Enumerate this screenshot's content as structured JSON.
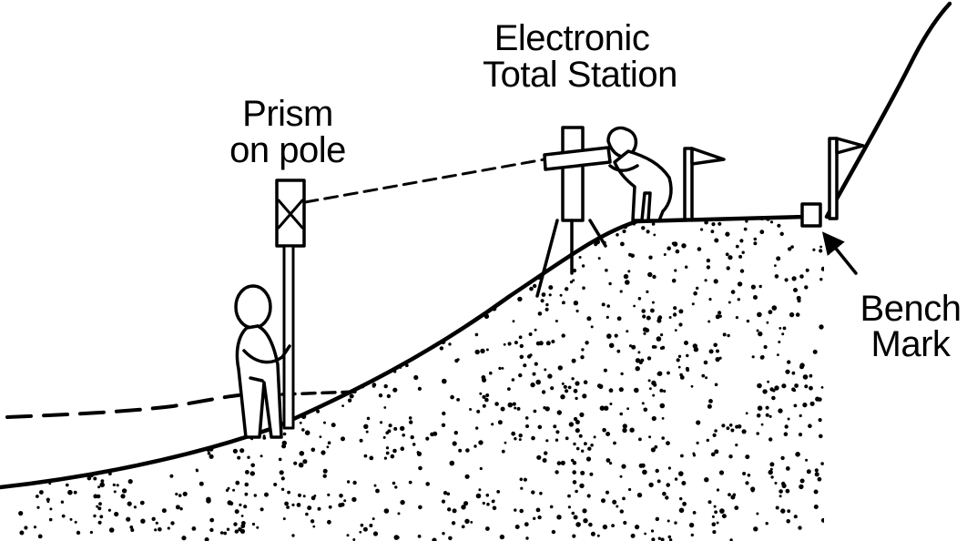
{
  "labels": {
    "prism": {
      "line1": "Prism",
      "line2": "on pole"
    },
    "station": {
      "line1": "Electronic",
      "line2": "Total Station"
    },
    "bench_mark": {
      "line1": "Bench",
      "line2": "Mark"
    }
  }
}
